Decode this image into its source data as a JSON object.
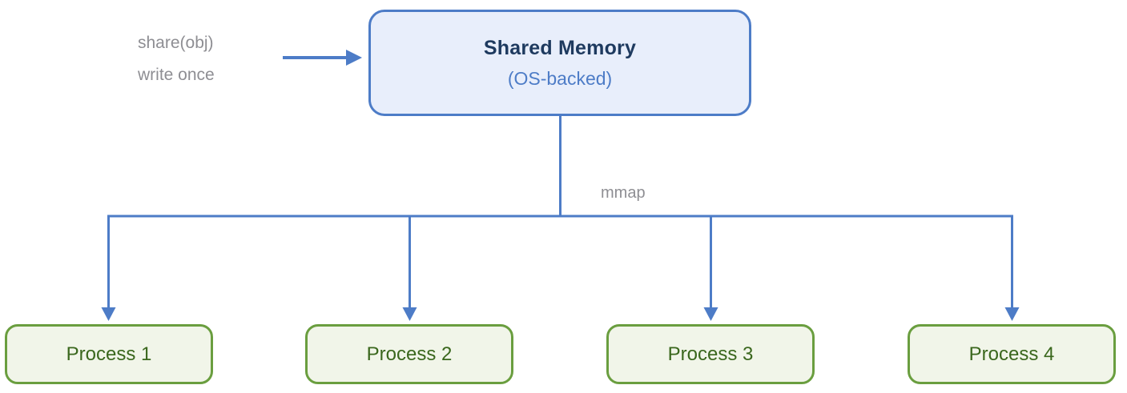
{
  "diagram": {
    "caller": {
      "line1": "share(obj)",
      "line2": "write once"
    },
    "shared_memory": {
      "title": "Shared Memory",
      "subtitle": "(OS-backed)"
    },
    "edge_label": "mmap",
    "processes": [
      {
        "label": "Process 1"
      },
      {
        "label": "Process 2"
      },
      {
        "label": "Process 3"
      },
      {
        "label": "Process 4"
      }
    ],
    "colors": {
      "connector_blue": "#4d7cc7",
      "memory_fill": "#e8eefb",
      "memory_border": "#4d7cc7",
      "memory_title": "#1e3a5f",
      "memory_subtitle": "#4d7cc7",
      "label_gray": "#8e8e93",
      "process_fill": "#f1f5e9",
      "process_border": "#6a9e3f",
      "process_text": "#3a671d"
    }
  }
}
